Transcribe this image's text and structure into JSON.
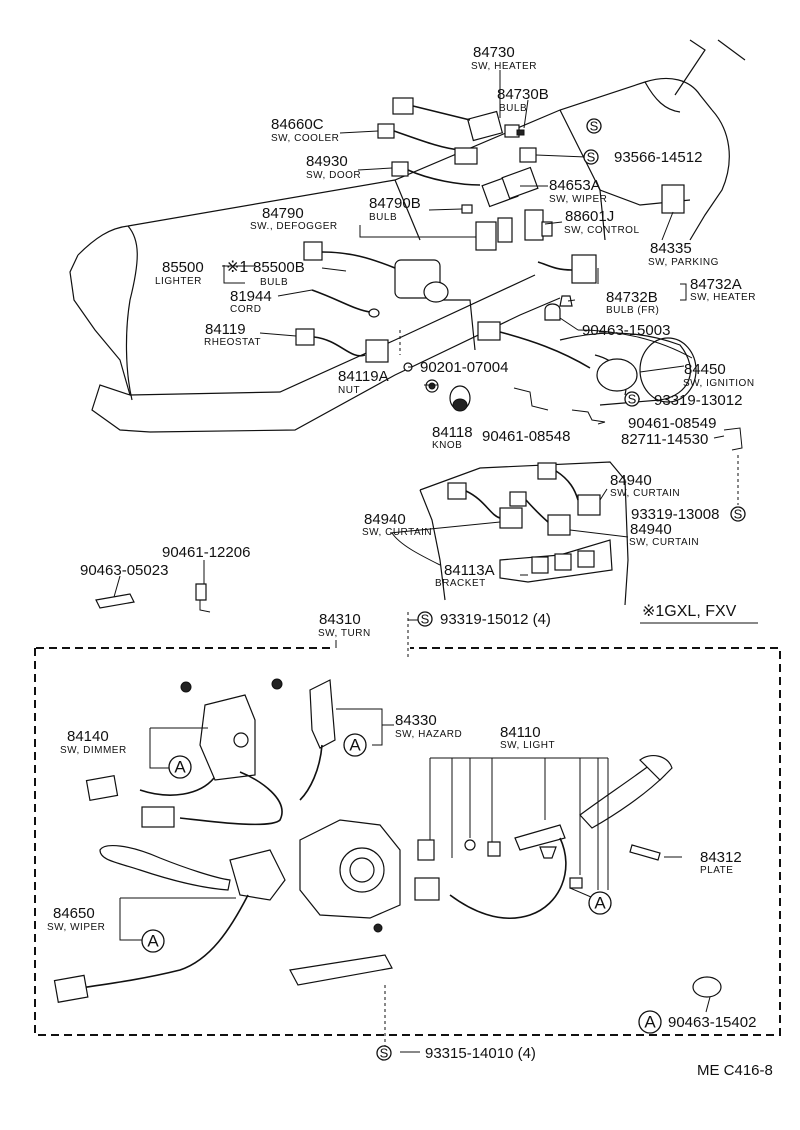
{
  "parts": {
    "p84730": {
      "num": "84730",
      "desc": "SW, HEATER"
    },
    "p84730b": {
      "num": "84730B",
      "desc": "BULB"
    },
    "p84660c": {
      "num": "84660C",
      "desc": "SW, COOLER"
    },
    "p84930": {
      "num": "84930",
      "desc": "SW, DOOR"
    },
    "p93566": {
      "num": "93566-14512"
    },
    "p84653a": {
      "num": "84653A",
      "desc": "SW, WIPER"
    },
    "p84790b": {
      "num": "84790B",
      "desc": "BULB"
    },
    "p84790": {
      "num": "84790",
      "desc": "SW., DEFOGGER"
    },
    "p88601j": {
      "num": "88601J",
      "desc": "SW, CONTROL"
    },
    "p84335": {
      "num": "84335",
      "desc": "SW, PARKING"
    },
    "p85500": {
      "num": "85500",
      "desc": "LIGHTER"
    },
    "p85500b": {
      "num": "85500B",
      "prefix": "※1",
      "desc": "BULB"
    },
    "p81944": {
      "num": "81944",
      "desc": "CORD"
    },
    "p84732a": {
      "num": "84732A",
      "desc": "SW, HEATER"
    },
    "p84732b": {
      "num": "84732B",
      "desc": "BULB (FR)"
    },
    "p84119": {
      "num": "84119",
      "desc": "RHEOSTAT"
    },
    "p90463_15003": {
      "num": "90463-15003"
    },
    "p90201": {
      "num": "90201-07004"
    },
    "p84450": {
      "num": "84450",
      "desc": "SW, IGNITION"
    },
    "p84119a": {
      "num": "84119A",
      "desc": "NUT"
    },
    "p93319_13012": {
      "num": "93319-13012"
    },
    "p84118": {
      "num": "84118",
      "desc": "KNOB"
    },
    "p90461_08548": {
      "num": "90461-08548"
    },
    "p90461_08549": {
      "num": "90461-08549"
    },
    "p82711": {
      "num": "82711-14530"
    },
    "p84940_a": {
      "num": "84940",
      "desc": "SW, CURTAIN"
    },
    "p84940_b": {
      "num": "84940",
      "desc": "SW, CURTAIN"
    },
    "p84940_c": {
      "num": "84940",
      "desc": "SW, CURTAIN"
    },
    "p93319_13008": {
      "num": "93319-13008"
    },
    "p84113a": {
      "num": "84113A",
      "desc": "BRACKET"
    },
    "p90461_12206": {
      "num": "90461-12206"
    },
    "p90463_05023": {
      "num": "90463-05023"
    },
    "p84310": {
      "num": "84310",
      "desc": "SW, TURN"
    },
    "p93319_15012": {
      "num": "93319-15012 (4)"
    },
    "p84140": {
      "num": "84140",
      "desc": "SW, DIMMER"
    },
    "p84330": {
      "num": "84330",
      "desc": "SW, HAZARD"
    },
    "p84110": {
      "num": "84110",
      "desc": "SW, LIGHT"
    },
    "p84312": {
      "num": "84312",
      "desc": "PLATE"
    },
    "p84650": {
      "num": "84650",
      "desc": "SW, WIPER"
    },
    "p90463_15402": {
      "num": "90463-15402"
    },
    "p93315": {
      "num": "93315-14010 (4)"
    }
  },
  "symbols": {
    "s": "S",
    "a": "A"
  },
  "note": "※1GXL, FXV",
  "code": "ME  C416-8"
}
